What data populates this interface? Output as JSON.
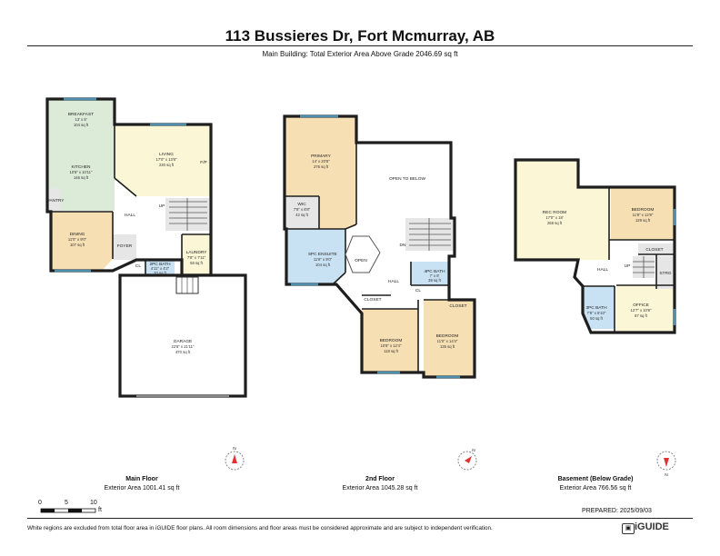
{
  "header": {
    "title": "113 Bussieres Dr, Fort Mcmurray, AB",
    "subtitle": "Main Building: Total Exterior Area Above Grade 2046.69 sq ft"
  },
  "colors": {
    "wall": "#1e1e1e",
    "yellow": "#fbf6d6",
    "green": "#dcebd8",
    "orange": "#f7dfb4",
    "blue": "#c9e2f3",
    "grey": "#e6e6e6",
    "window": "#4e8fb0"
  },
  "floors": [
    {
      "name": "Main Floor",
      "area": "Exterior Area 1001.41 sq ft",
      "rooms": [
        {
          "name": "BREAKFAST",
          "dims": "13' x 8'",
          "area": "104 sq ft"
        },
        {
          "name": "KITCHEN",
          "dims": "10'8\" x 10'11\"",
          "area": "146 sq ft"
        },
        {
          "name": "LIVING",
          "dims": "17'0\" x 13'8\"",
          "area": "230 sq ft"
        },
        {
          "name": "DINING",
          "dims": "11'0\" x 9'0\"",
          "area": "107 sq ft"
        },
        {
          "name": "GARAGE",
          "dims": "22'8\" x 21'11\"",
          "area": "470 sq ft"
        },
        {
          "name": "LAUNDRY",
          "dims": "7'8\" x 7'11\"",
          "area": "58 sq ft"
        },
        {
          "name": "2PC BATH",
          "dims": "4'11\" x 4'2\"",
          "area": "20 sq ft"
        }
      ],
      "labels": [
        "PANTRY",
        "HALL",
        "FOYER",
        "F/P",
        "UP",
        "CL"
      ]
    },
    {
      "name": "2nd Floor",
      "area": "Exterior Area 1045.28 sq ft",
      "rooms": [
        {
          "name": "PRIMARY",
          "dims": "14' x 20'8\"",
          "area": "276 sq ft"
        },
        {
          "name": "WIC",
          "dims": "7'8\" x 6'8\"",
          "area": "42 sq ft"
        },
        {
          "name": "5PC ENSUITE",
          "dims": "11'8\" x 9'0\"",
          "area": "104 sq ft"
        },
        {
          "name": "4PC BATH",
          "dims": "7' x 8'",
          "area": "38 sq ft"
        },
        {
          "name": "BEDROOM",
          "dims": "10'8\" x 12'4\"",
          "area": "118 sq ft"
        },
        {
          "name": "BEDROOM",
          "dims": "11'0\" x 14'4\"",
          "area": "135 sq ft"
        }
      ],
      "labels": [
        "OPEN TO BELOW",
        "OPEN",
        "HALL",
        "DN",
        "CL",
        "CLOSET",
        "CLOSET"
      ]
    },
    {
      "name": "Basement (Below Grade)",
      "area": "Exterior Area 766.56 sq ft",
      "rooms": [
        {
          "name": "REC ROOM",
          "dims": "17'0\" x 18'",
          "area": "268 sq ft"
        },
        {
          "name": "BEDROOM",
          "dims": "11'8\" x 12'8\"",
          "area": "129 sq ft"
        },
        {
          "name": "3PC BATH",
          "dims": "7'8\" x 6'10\"",
          "area": "50 sq ft"
        },
        {
          "name": "OFFICE",
          "dims": "12'7\" x 10'8\"",
          "area": "87 sq ft"
        }
      ],
      "labels": [
        "HALL",
        "CLOSET",
        "STRG",
        "UP"
      ]
    }
  ],
  "compass": "N",
  "scale": {
    "ticks": [
      "0",
      "5",
      "10"
    ],
    "unit": "ft"
  },
  "prepared": "PREPARED: 2025/09/03",
  "disclaimer": "White regions are excluded from total floor area in iGUIDE floor plans. All room dimensions and floor areas must be considered approximate and are subject to independent verification.",
  "brand": "iGUIDE"
}
